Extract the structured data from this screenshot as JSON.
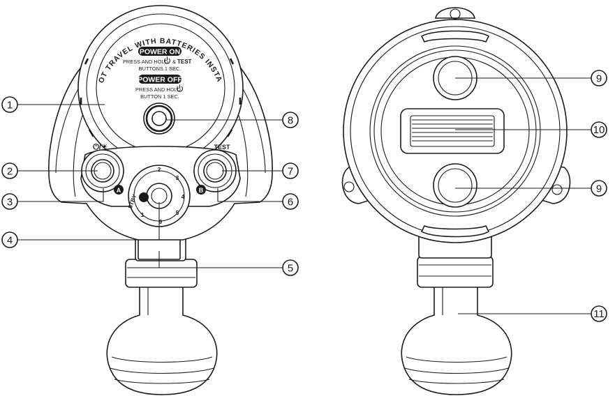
{
  "label": {
    "warning": "DO NOT TRAVEL WITH BATTERIES INSTALLED",
    "power_on_title": "POWER ON",
    "power_on_line1_pre": "PRESS AND HOLD",
    "power_on_line1_mid": "&",
    "power_on_line1_post": "TEST",
    "power_on_line2": "BUTTONS 1 SEC.",
    "power_off_title": "POWER OFF",
    "power_off_line1": "PRESS AND HOLD",
    "power_off_line2": "BUTTON 1 SEC."
  },
  "buttons": {
    "left_label": "⏻/☀",
    "right_label": "TEST",
    "badge_a": "A",
    "badge_b": "B"
  },
  "dial": {
    "marks": [
      "2",
      "3",
      "4",
      "5",
      "9",
      "1"
    ],
    "stby": "STBY"
  },
  "callouts": {
    "c1": "1",
    "c2": "2",
    "c3": "3",
    "c4": "4",
    "c5": "5",
    "c6": "6",
    "c7": "7",
    "c8": "8",
    "c9a": "9",
    "c9b": "9",
    "c10": "10",
    "c11": "11"
  },
  "icons": [
    "power-icon",
    "light-icon"
  ]
}
